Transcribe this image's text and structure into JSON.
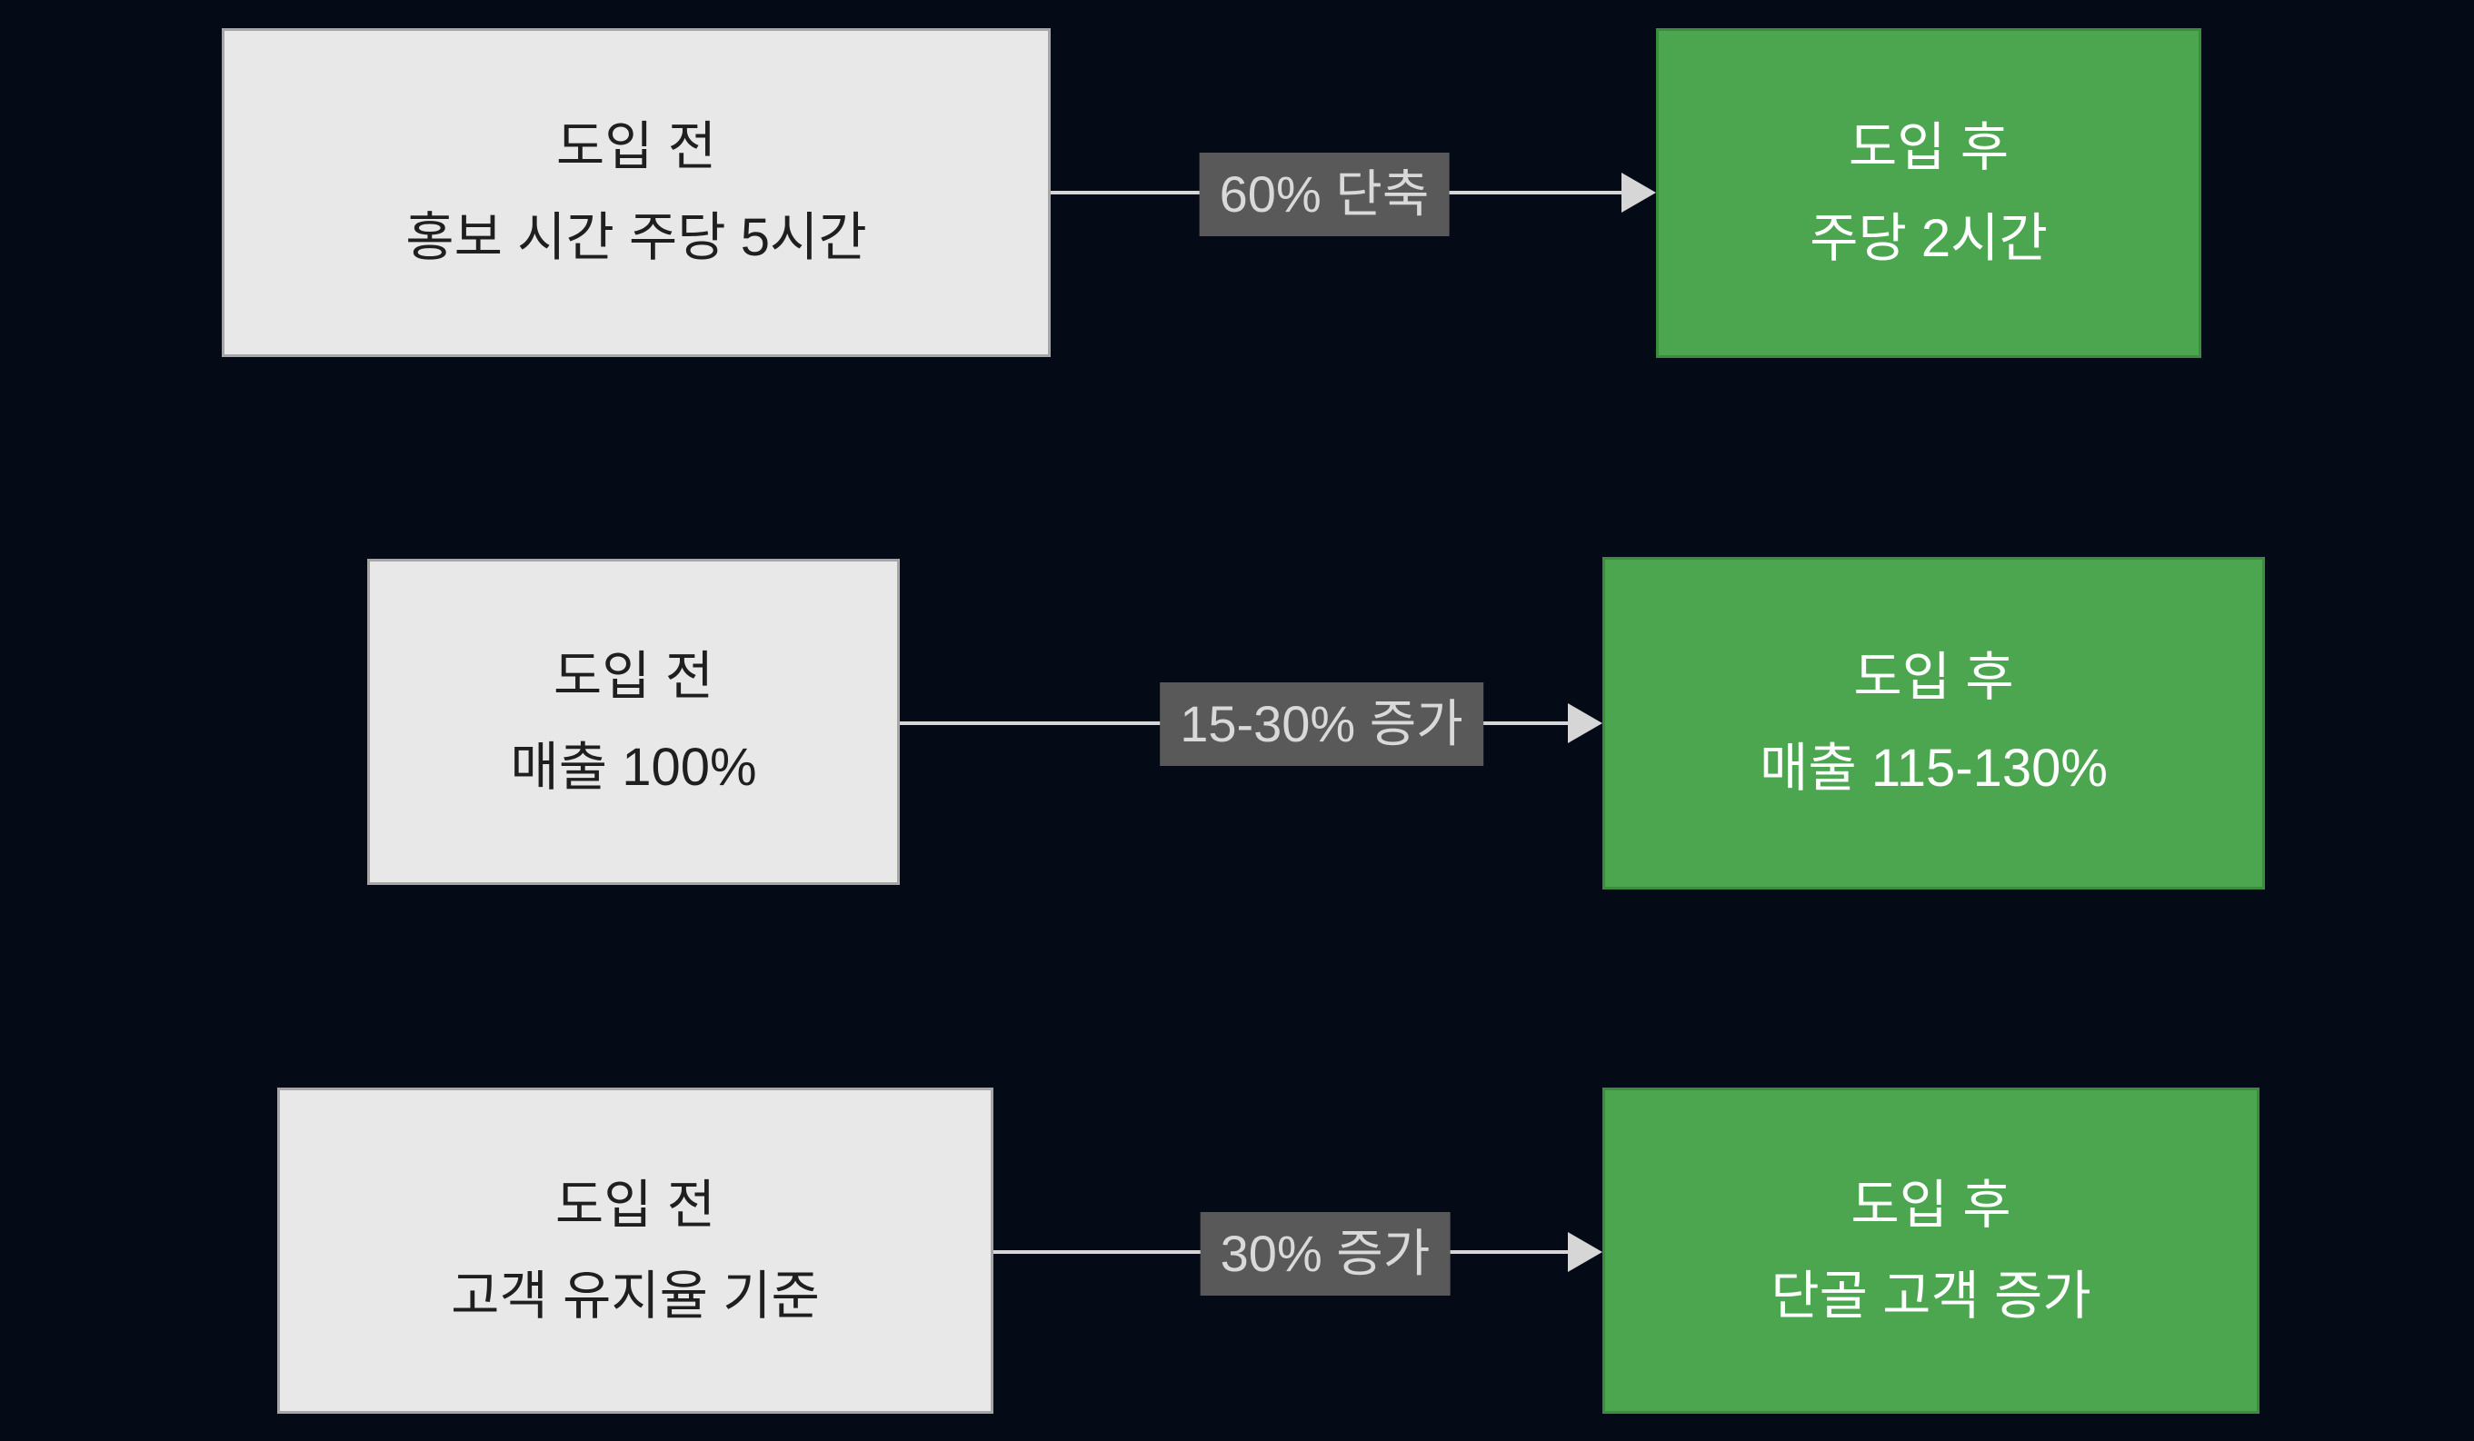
{
  "diagram": {
    "type": "before-after-transformation",
    "background_color": "#050b16",
    "colors": {
      "before_box_fill": "#e9e8e8",
      "before_box_border": "#a6a6a6",
      "before_box_text": "#1f1f1f",
      "after_box_fill": "#4ba64f",
      "after_box_border": "#3c8c40",
      "after_box_text": "#ffffff",
      "arrow_line": "#d6d6d6",
      "label_background": "#595959",
      "label_text": "#d9d9d9"
    }
  },
  "rows": [
    {
      "before": {
        "line1": "도입 전",
        "line2": "홍보 시간 주당 5시간"
      },
      "arrow_label": "60% 단축",
      "after": {
        "line1": "도입 후",
        "line2": "주당 2시간"
      }
    },
    {
      "before": {
        "line1": "도입 전",
        "line2": "매출 100%"
      },
      "arrow_label": "15-30% 증가",
      "after": {
        "line1": "도입 후",
        "line2": "매출 115-130%"
      }
    },
    {
      "before": {
        "line1": "도입 전",
        "line2": "고객 유지율 기준"
      },
      "arrow_label": "30% 증가",
      "after": {
        "line1": "도입 후",
        "line2": "단골 고객 증가"
      }
    }
  ]
}
